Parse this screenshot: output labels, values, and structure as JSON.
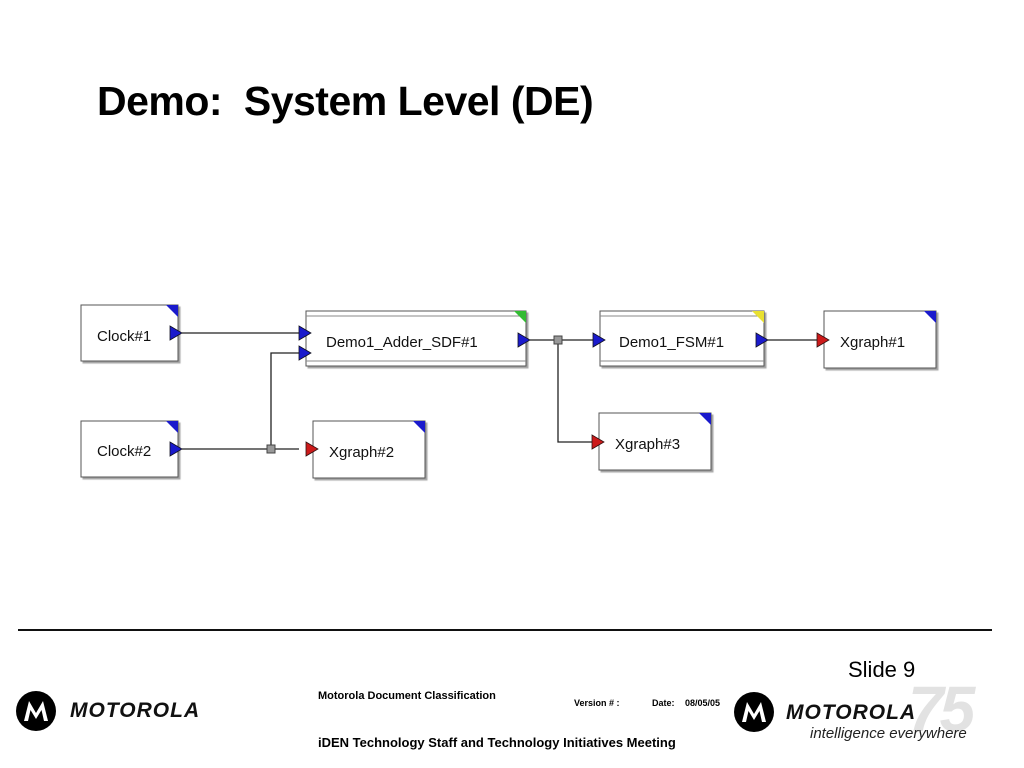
{
  "slide": {
    "title": "Demo:  System Level (DE)",
    "slide_number": "Slide 9"
  },
  "diagram": {
    "blocks": [
      {
        "id": "clock1",
        "label": "Clock#1"
      },
      {
        "id": "clock2",
        "label": "Clock#2"
      },
      {
        "id": "adder",
        "label": "Demo1_Adder_SDF#1"
      },
      {
        "id": "fsm",
        "label": "Demo1_FSM#1"
      },
      {
        "id": "xgraph1",
        "label": "Xgraph#1"
      },
      {
        "id": "xgraph2",
        "label": "Xgraph#2"
      },
      {
        "id": "xgraph3",
        "label": "Xgraph#3"
      }
    ],
    "colors": {
      "port_blue": "#1a1acc",
      "port_red": "#cc1a1a",
      "corner_blue": "#1a1acc",
      "corner_green": "#33bb33",
      "corner_yellow": "#e8e030",
      "wire": "#222222",
      "junction": "#999999"
    }
  },
  "footer": {
    "classification": "Motorola Document Classification",
    "version_label": "Version # :",
    "date_label": "Date:",
    "date_value": "08/05/05",
    "meeting": "iDEN Technology Staff  and Technology Initiatives Meeting",
    "logo_left_text": "MOTOROLA",
    "logo_right_text": "MOTOROLA",
    "tagline": "intelligence everywhere",
    "watermark": "75"
  }
}
